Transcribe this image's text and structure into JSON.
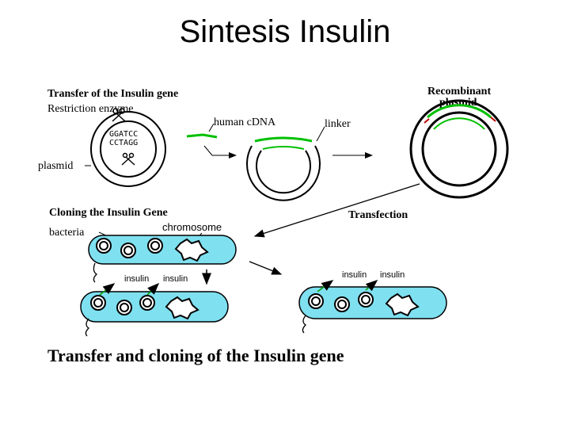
{
  "slide": {
    "title": "Sintesis Insulin"
  },
  "diagram": {
    "section1_heading": "Transfer of the Insulin gene",
    "restriction_enzyme": "Restriction enzyme",
    "seq_top": "GGATCC",
    "seq_bottom": "CCTAGG",
    "plasmid": "plasmid",
    "human_cdna": "human cDNA",
    "linker": "linker",
    "recombinant_plasmid_line1": "Recombinant",
    "recombinant_plasmid_line2": "plasmid",
    "section2_heading": "Cloning the Insulin Gene",
    "transfection": "Transfection",
    "bacteria": "bacteria",
    "chromosome": "chromosome",
    "insulin": "insulin",
    "caption": "Transfer and cloning of the Insulin gene"
  },
  "colors": {
    "cell_fill": "#7fe0f0",
    "green_dna": "#00c000",
    "red_mark": "#c00000",
    "outline": "#000000"
  }
}
